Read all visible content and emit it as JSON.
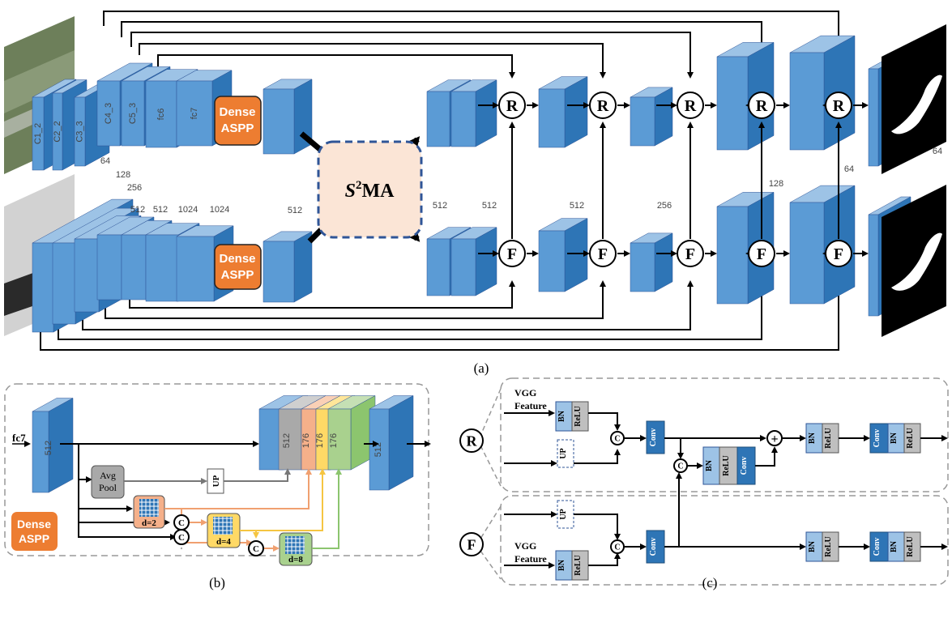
{
  "panel_a": {
    "caption": "(a)",
    "rgb_layer_labels": [
      "C1_2",
      "C2_2",
      "C3_3",
      "C4_3",
      "C5_3",
      "fc6",
      "fc7"
    ],
    "depth_channel_labels": [
      "64",
      "128",
      "256",
      "512",
      "512",
      "1024",
      "1024"
    ],
    "dense_aspp_label": [
      "Dense",
      "ASPP"
    ],
    "aspp_out_channels": "512",
    "s2ma_label": {
      "base": "S",
      "sup": "2",
      "rest": "MA"
    },
    "rgb_node_label": "R",
    "depth_node_label": "F",
    "decoder_channels": [
      "512",
      "512",
      "512",
      "256",
      "128",
      "64",
      "64"
    ]
  },
  "panel_b": {
    "caption": "(b)",
    "input_label": "fc7",
    "input_channels": "512",
    "avg_pool_label": [
      "Avg",
      "Pool"
    ],
    "up_label": "UP",
    "dilations": [
      "d=2",
      "d=4",
      "d=8"
    ],
    "concat_symbol": "C",
    "concat_channels": [
      "512",
      "176",
      "176",
      "176"
    ],
    "output_channels": "512",
    "legend_label": [
      "Dense",
      "ASPP"
    ],
    "colors": {
      "avgpool": "#a9a9a9",
      "d2": "#f5b08a",
      "d4": "#ffd966",
      "d8": "#a9d18e",
      "blue": "#5b9bd5"
    }
  },
  "panel_c": {
    "caption": "(c)",
    "r_symbol": "R",
    "f_symbol": "F",
    "vgg_label": [
      "VGG",
      "Feature"
    ],
    "bn_label": "BN",
    "relu_label": "ReLU",
    "conv_label": "Conv",
    "up_label": "UP",
    "concat_symbol": "C",
    "add_symbol": "+"
  }
}
